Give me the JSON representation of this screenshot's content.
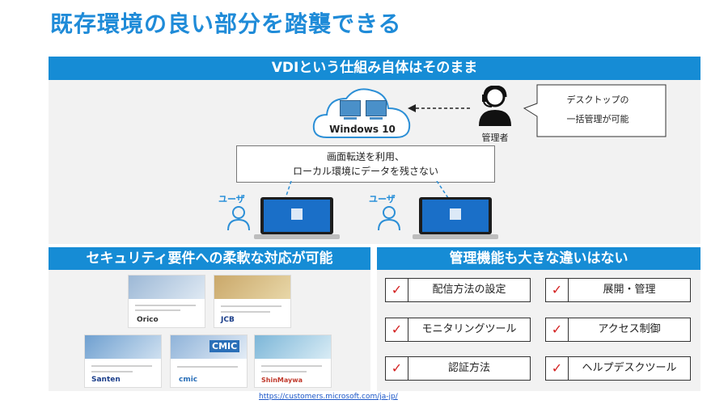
{
  "title": "既存環境の良い部分を踏襲できる",
  "top_section": {
    "banner": "VDIという仕組み自体はそのまま",
    "cloud_label": "Windows 10",
    "admin_label": "管理者",
    "callout_lines": [
      "デスクトップの",
      "一括管理が可能"
    ],
    "transfer_lines": [
      "画面転送を利用、",
      "ローカル環境にデータを残さない"
    ],
    "user_label": "ユーザ"
  },
  "security_section": {
    "banner": "セキュリティ要件への柔軟な対応が可能",
    "logos": [
      "Orico",
      "JCB",
      "Santen",
      "CMIC",
      "cmic",
      "ShinMaywa"
    ],
    "source_link": "https://customers.microsoft.com/ja-jp/"
  },
  "management_section": {
    "banner": "管理機能も大きな違いはない",
    "check_mark": "✓",
    "features": [
      "配信方法の設定",
      "展開・管理",
      "モニタリングツール",
      "アクセス制御",
      "認証方法",
      "ヘルプデスクツール"
    ]
  },
  "colors": {
    "accent": "#168cd5",
    "title": "#1f8bd8",
    "check": "#d32020",
    "panel": "#f2f2f2"
  },
  "icons": [
    "cloud-icon",
    "windows-monitor-icon",
    "admin-headset-icon",
    "user-icon",
    "laptop-icon",
    "checkmark-icon"
  ]
}
